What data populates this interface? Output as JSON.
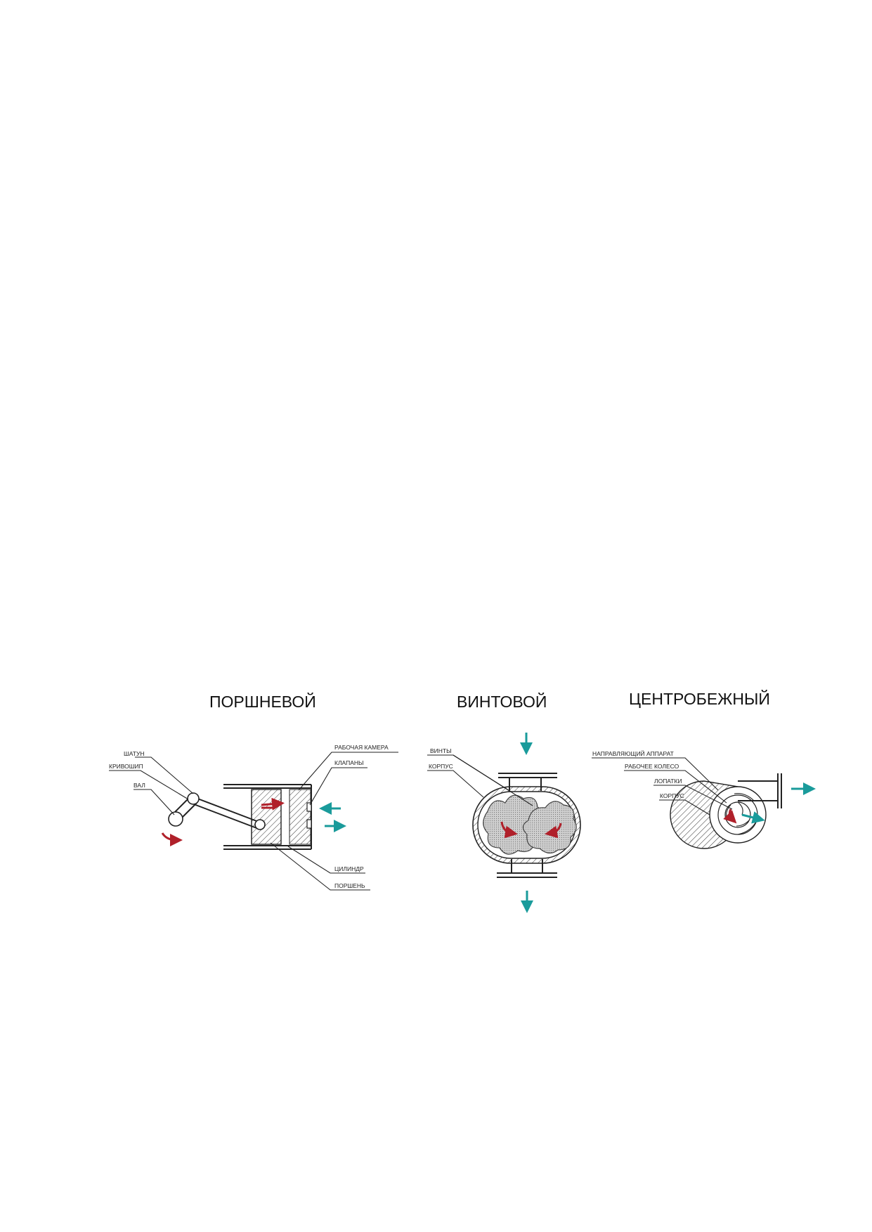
{
  "titles": {
    "piston": "ПОРШНЕВОЙ",
    "screw": "ВИНТОВОЙ",
    "centrifugal": "ЦЕНТРОБЕЖНЫЙ"
  },
  "piston_labels": {
    "shatun": "ШАТУН",
    "krivoship": "КРИВОШИП",
    "val": "ВАЛ",
    "chamber": "РАБОЧАЯ КАМЕРА",
    "valves": "КЛАПАНЫ",
    "cylinder": "ЦИЛИНДР",
    "piston": "ПОРШЕНЬ"
  },
  "screw_labels": {
    "screws": "ВИНТЫ",
    "housing": "КОРПУС"
  },
  "centrifugal_labels": {
    "guide": "НАПРАВЛЯЮЩИЙ АППАРАТ",
    "impeller": "РАБОЧЕЕ КОЛЕСО",
    "blades": "ЛОПАТКИ",
    "housing": "КОРПУС"
  },
  "colors": {
    "motion_arrow": "#b0202a",
    "flow_arrow": "#1a9b9b",
    "line": "#222222"
  }
}
